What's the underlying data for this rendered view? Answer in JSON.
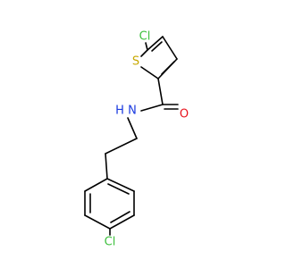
{
  "molecule": {
    "atoms": {
      "cl_top": {
        "text": "Cl",
        "color": "#3ec03e"
      },
      "s_ring": {
        "text": "S",
        "color": "#c8a800"
      },
      "o_carbonyl": {
        "text": "O",
        "color": "#e8141e"
      },
      "n_amide": {
        "text": "N",
        "color": "#1a3ae0"
      },
      "h_amide": {
        "text": "H",
        "color": "#1a3ae0"
      },
      "cl_bottom": {
        "text": "Cl",
        "color": "#3ec03e"
      }
    },
    "bond_color": "#000000"
  }
}
